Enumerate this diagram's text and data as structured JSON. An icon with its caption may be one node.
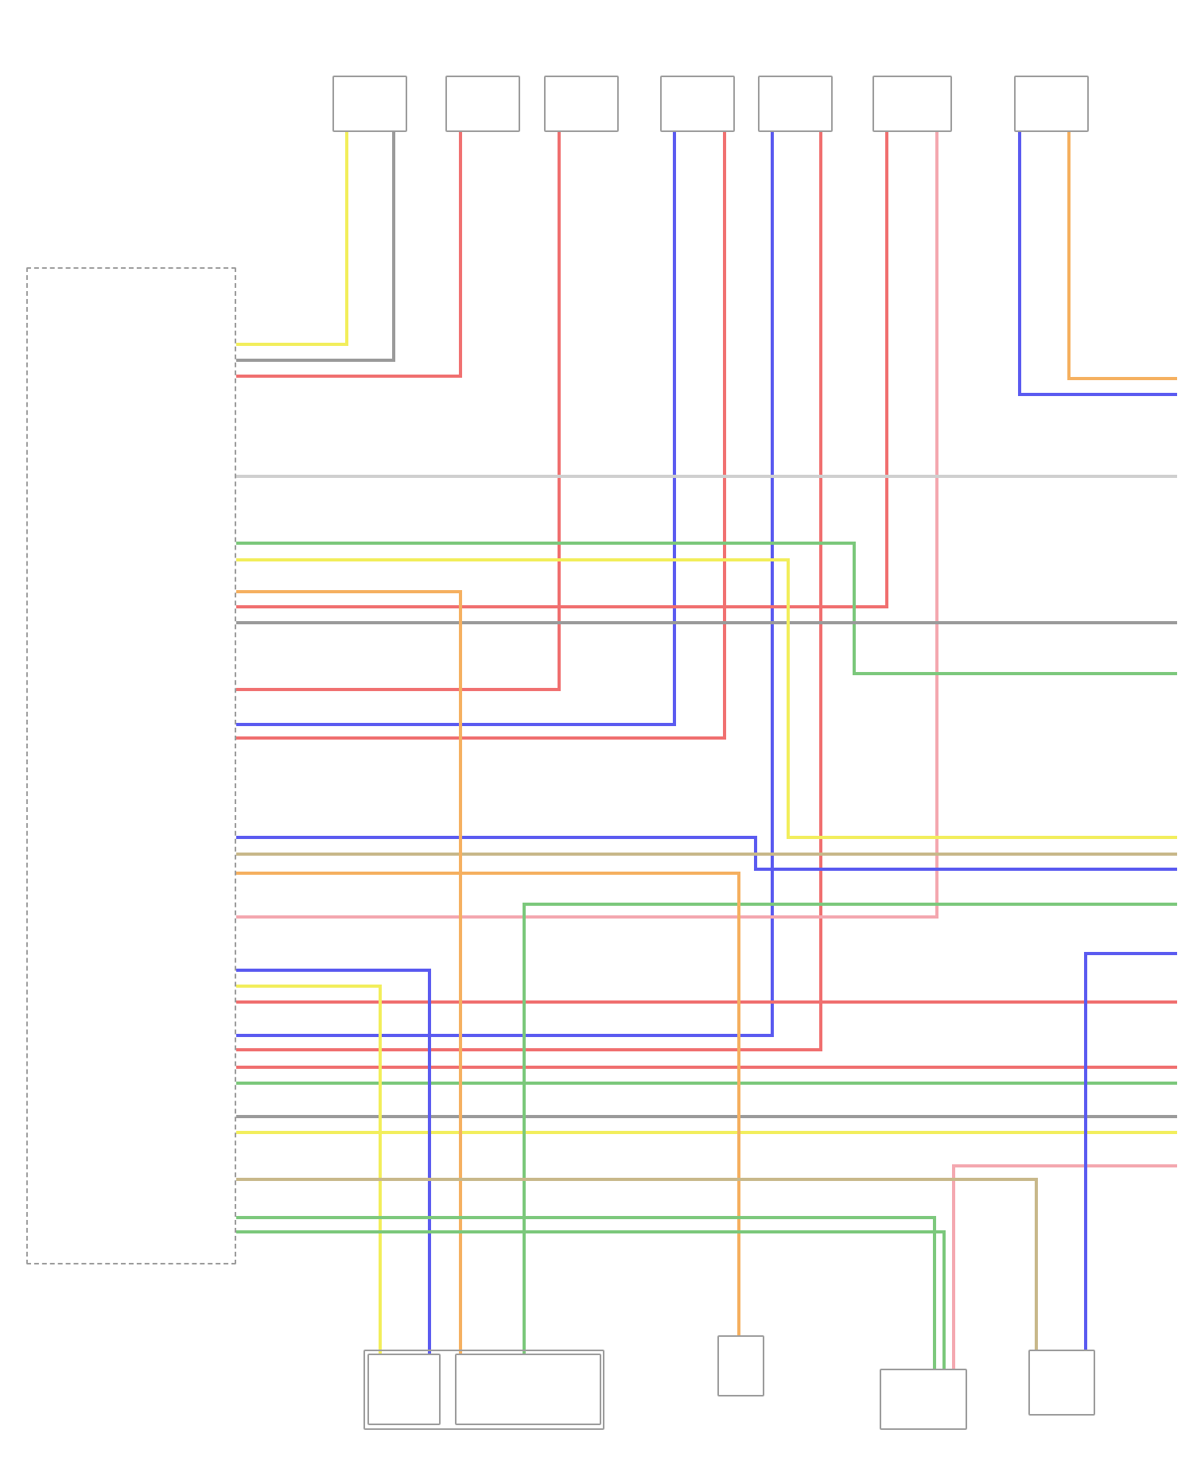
{
  "diagram": {
    "nodes": [
      {
        "text": [],
        "shape": "box"
      },
      {
        "text": [],
        "shape": "box"
      },
      {
        "text": [],
        "shape": "box"
      },
      {
        "text": [],
        "shape": "box"
      },
      {
        "text": [],
        "shape": "box"
      },
      {
        "text": [],
        "shape": "box"
      },
      {
        "text": [],
        "shape": "box"
      },
      {
        "text": [],
        "shape": "box"
      },
      {
        "text": [],
        "shape": "box"
      },
      {
        "text": [],
        "shape": "box",
        "in": 8
      },
      {
        "text": [],
        "shape": "box",
        "in": 8
      },
      {
        "text": [],
        "shape": "box"
      },
      {
        "text": [],
        "shape": "box"
      },
      {
        "text": [],
        "shape": "box"
      }
    ],
    "edges": [
      {
        "from": 0,
        "to": 1,
        "arrow": "none",
        "color": "#f2ee5c"
      },
      {
        "from": 0,
        "to": 1,
        "arrow": "none",
        "color": "#9a9a9a"
      },
      {
        "from": 0,
        "to": 2,
        "arrow": "none",
        "color": "#f07070"
      },
      {
        "from": 0,
        "to": 3,
        "arrow": "none",
        "color": "#f07070"
      },
      {
        "from": 0,
        "to": 4,
        "arrow": "none",
        "color": "#5a5af0"
      },
      {
        "from": 0,
        "to": 4,
        "arrow": "none",
        "color": "#f07070"
      },
      {
        "from": 0,
        "to": 5,
        "arrow": "none",
        "color": "#5a5af0"
      },
      {
        "from": 0,
        "to": 5,
        "arrow": "none",
        "color": "#f07070"
      },
      {
        "from": 0,
        "to": 6,
        "arrow": "none",
        "color": "#f07070"
      },
      {
        "from": 0,
        "to": 6,
        "arrow": "none",
        "color": "#f4a8b0"
      },
      {
        "from": 7,
        "to": null,
        "arrow": "none",
        "color": "#f5b060"
      },
      {
        "from": 7,
        "to": null,
        "arrow": "none",
        "color": "#5a5af0"
      },
      {
        "from": 0,
        "to": null,
        "arrow": "none",
        "color": "#cfcfcf"
      },
      {
        "from": 0,
        "to": null,
        "arrow": "none",
        "color": "#7cc87c"
      },
      {
        "from": 0,
        "to": null,
        "arrow": "none",
        "color": "#9a9a9a"
      },
      {
        "from": 0,
        "to": null,
        "arrow": "none",
        "color": "#f2ee5c"
      },
      {
        "from": 0,
        "to": null,
        "arrow": "none",
        "color": "#5a5af0"
      },
      {
        "from": 0,
        "to": null,
        "arrow": "none",
        "color": "#c8b88a"
      },
      {
        "from": 0,
        "to": null,
        "arrow": "none",
        "color": "#f07070"
      },
      {
        "from": 0,
        "to": null,
        "arrow": "none",
        "color": "#f07070"
      },
      {
        "from": 0,
        "to": null,
        "arrow": "none",
        "color": "#7cc87c"
      },
      {
        "from": 0,
        "to": null,
        "arrow": "none",
        "color": "#9a9a9a"
      },
      {
        "from": 0,
        "to": null,
        "arrow": "none",
        "color": "#f2ee5c"
      },
      {
        "from": 0,
        "to": 9,
        "arrow": "none",
        "color": "#5a5af0"
      },
      {
        "from": 0,
        "to": 9,
        "arrow": "none",
        "color": "#f2ee5c"
      },
      {
        "from": 0,
        "to": 10,
        "arrow": "none",
        "color": "#f5b060"
      },
      {
        "from": null,
        "to": 10,
        "arrow": "none",
        "color": "#7cc87c"
      },
      {
        "from": 0,
        "to": 11,
        "arrow": "none",
        "color": "#f5b060"
      },
      {
        "from": 0,
        "to": 12,
        "arrow": "none",
        "color": "#7cc87c"
      },
      {
        "from": 0,
        "to": 12,
        "arrow": "none",
        "color": "#7cc87c"
      },
      {
        "from": null,
        "to": 12,
        "arrow": "none",
        "color": "#f4a8b0"
      },
      {
        "from": 0,
        "to": 13,
        "arrow": "none",
        "color": "#c8b88a"
      },
      {
        "from": null,
        "to": 13,
        "arrow": "none",
        "color": "#5a5af0"
      }
    ]
  }
}
